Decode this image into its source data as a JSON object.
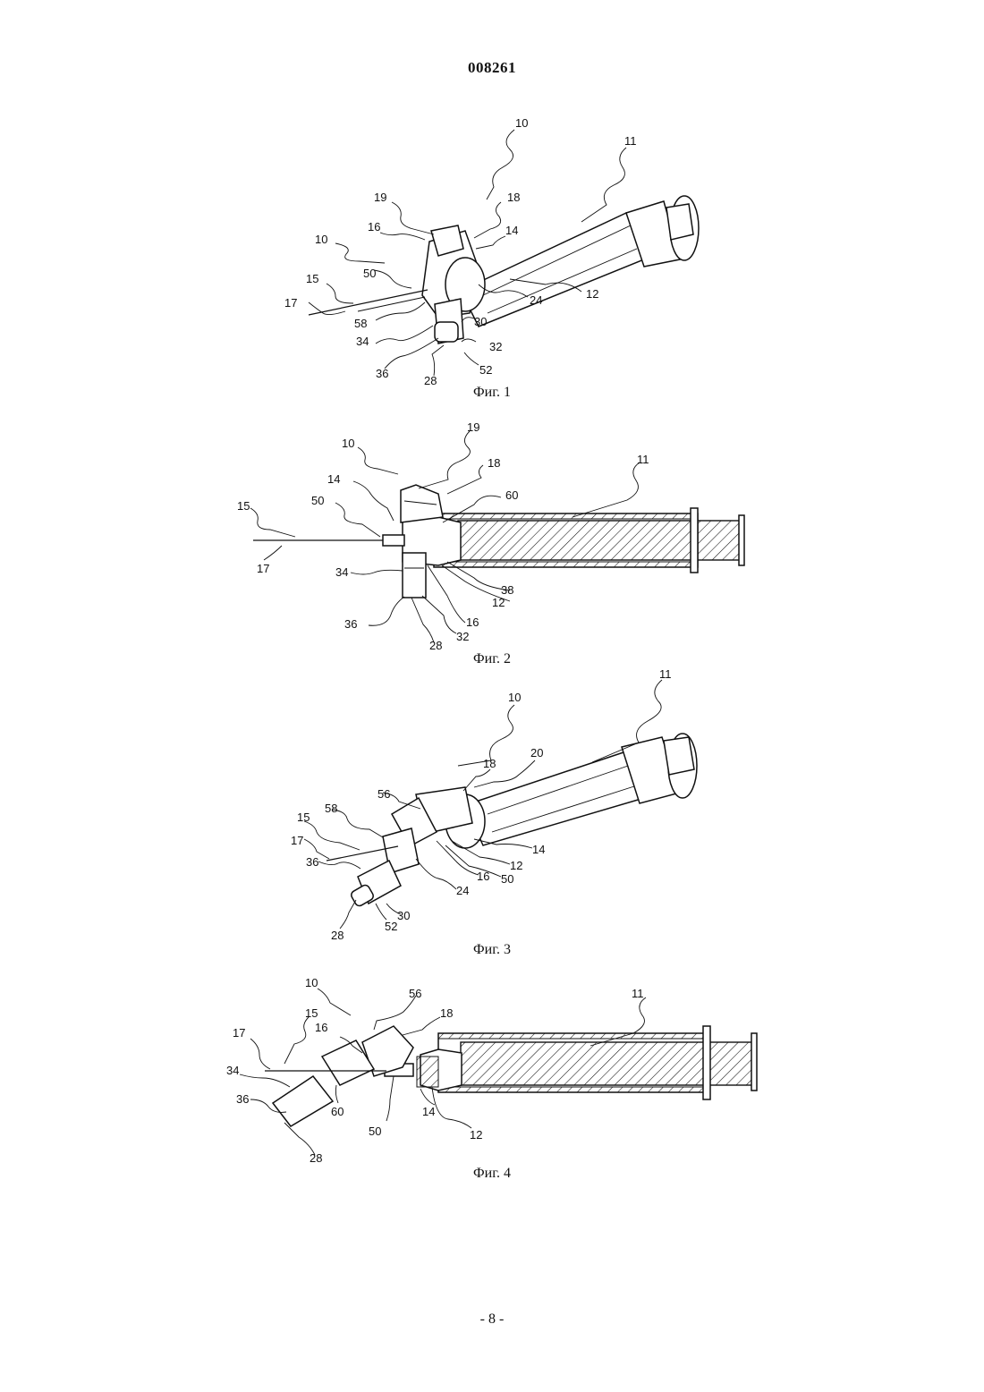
{
  "header": {
    "doc_number": "008261"
  },
  "figures": [
    {
      "caption": "Фиг. 1",
      "labels": [
        "10",
        "11",
        "19",
        "18",
        "16",
        "14",
        "10",
        "50",
        "15",
        "17",
        "58",
        "24",
        "12",
        "30",
        "34",
        "32",
        "36",
        "52",
        "28"
      ]
    },
    {
      "caption": "Фиг. 2",
      "labels": [
        "19",
        "10",
        "18",
        "11",
        "14",
        "60",
        "50",
        "15",
        "17",
        "34",
        "38",
        "12",
        "16",
        "36",
        "32",
        "28"
      ]
    },
    {
      "caption": "Фиг. 3",
      "labels": [
        "10",
        "11",
        "20",
        "18",
        "56",
        "58",
        "15",
        "17",
        "36",
        "14",
        "12",
        "16",
        "50",
        "24",
        "30",
        "28",
        "52"
      ]
    },
    {
      "caption": "Фиг. 4",
      "labels": [
        "10",
        "56",
        "11",
        "15",
        "16",
        "18",
        "17",
        "34",
        "36",
        "60",
        "50",
        "14",
        "12",
        "28"
      ]
    }
  ],
  "footer": {
    "page": "- 8 -"
  }
}
